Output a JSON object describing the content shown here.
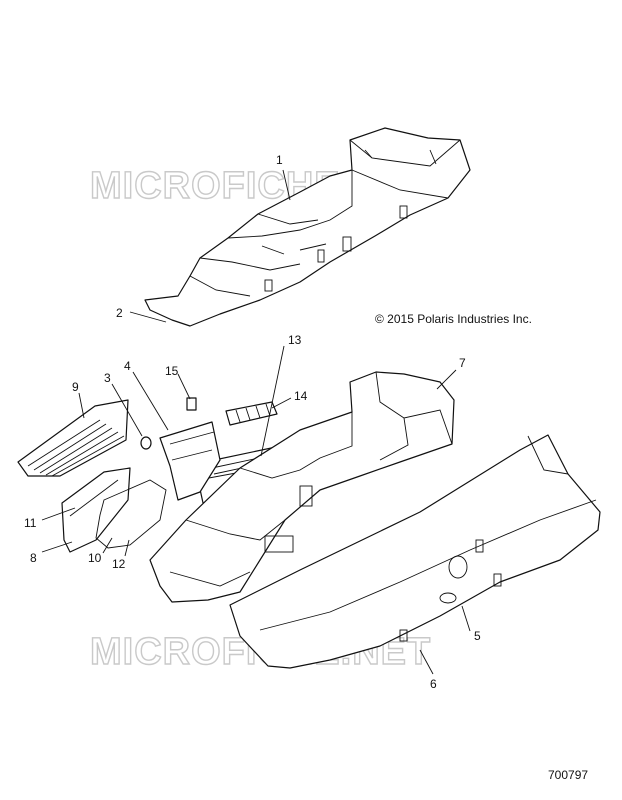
{
  "watermark": "MICROFICHE.NET",
  "copyright": "© 2015 Polaris Industries Inc.",
  "figure_number": "700797",
  "callouts": [
    "1",
    "2",
    "3",
    "4",
    "5",
    "6",
    "7",
    "8",
    "9",
    "10",
    "11",
    "12",
    "13",
    "14",
    "15"
  ]
}
